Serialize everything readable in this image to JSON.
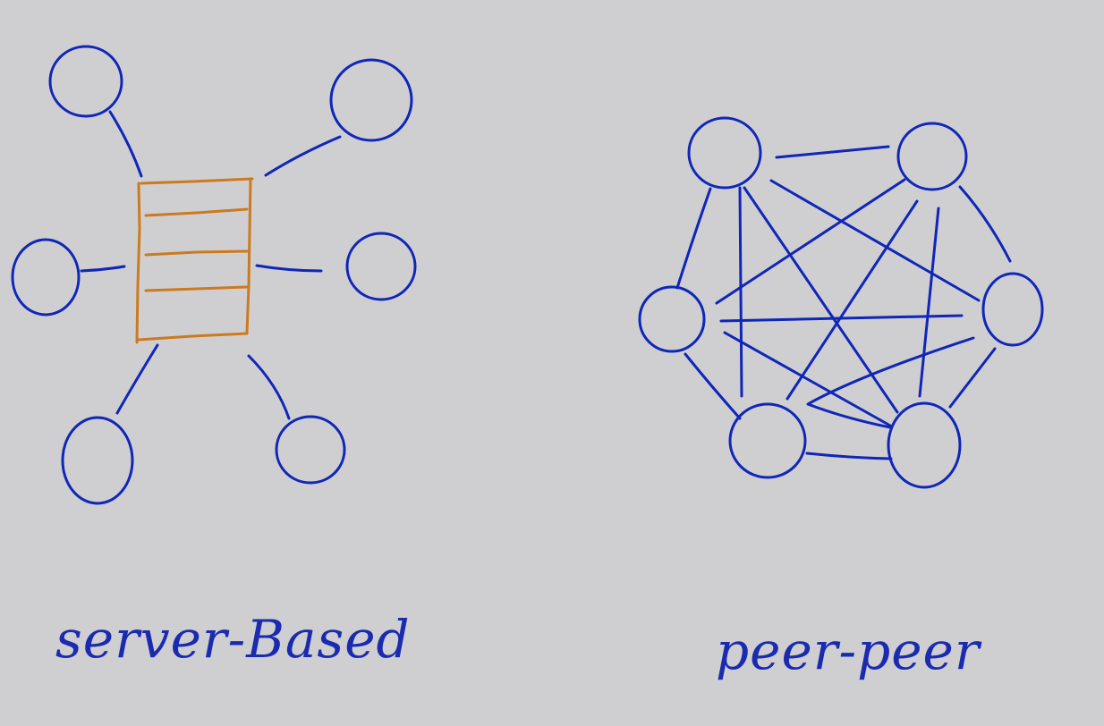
{
  "colors": {
    "background": "#cfcfd1",
    "node_ink": "#1026b8",
    "server_ink": "#cc7a1e",
    "label_ink": "#1a2bb0"
  },
  "server_based": {
    "label": "server-Based",
    "client_count": 6,
    "server_shelves": 4
  },
  "peer_peer": {
    "label": "peer-peer",
    "peer_count": 6,
    "fully_connected": true
  }
}
